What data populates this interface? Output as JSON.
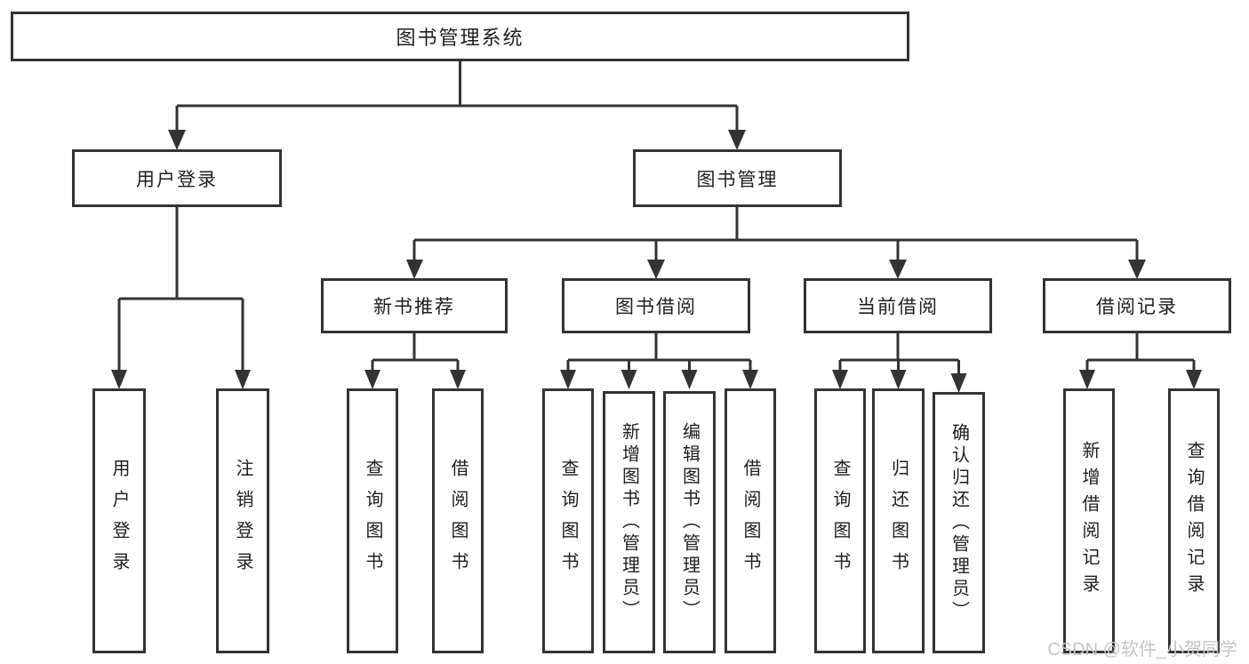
{
  "diagram": {
    "type": "hierarchy-tree",
    "colors": {
      "line": "#333333",
      "box_border": "#333333",
      "box_fill": "#ffffff",
      "text": "#1f1f1f",
      "watermark": "#c5c5c5",
      "background": "#ffffff"
    },
    "tree": {
      "label": "图书管理系统",
      "children": [
        {
          "label": "用户登录",
          "children": [
            {
              "label": "用户登录"
            },
            {
              "label": "注销登录"
            }
          ]
        },
        {
          "label": "图书管理",
          "children": [
            {
              "label": "新书推荐",
              "children": [
                {
                  "label": "查询图书"
                },
                {
                  "label": "借阅图书"
                }
              ]
            },
            {
              "label": "图书借阅",
              "children": [
                {
                  "label": "查询图书"
                },
                {
                  "label": "新增图书（管理员）"
                },
                {
                  "label": "编辑图书（管理员）"
                },
                {
                  "label": "借阅图书"
                }
              ]
            },
            {
              "label": "当前借阅",
              "children": [
                {
                  "label": "查询图书"
                },
                {
                  "label": "归还图书"
                },
                {
                  "label": "确认归还（管理员）"
                }
              ]
            },
            {
              "label": "借阅记录",
              "children": [
                {
                  "label": "新增借阅记录"
                },
                {
                  "label": "查询借阅记录"
                }
              ]
            }
          ]
        }
      ]
    }
  },
  "watermark": {
    "text": "CSDN @软件_小贺同学"
  }
}
